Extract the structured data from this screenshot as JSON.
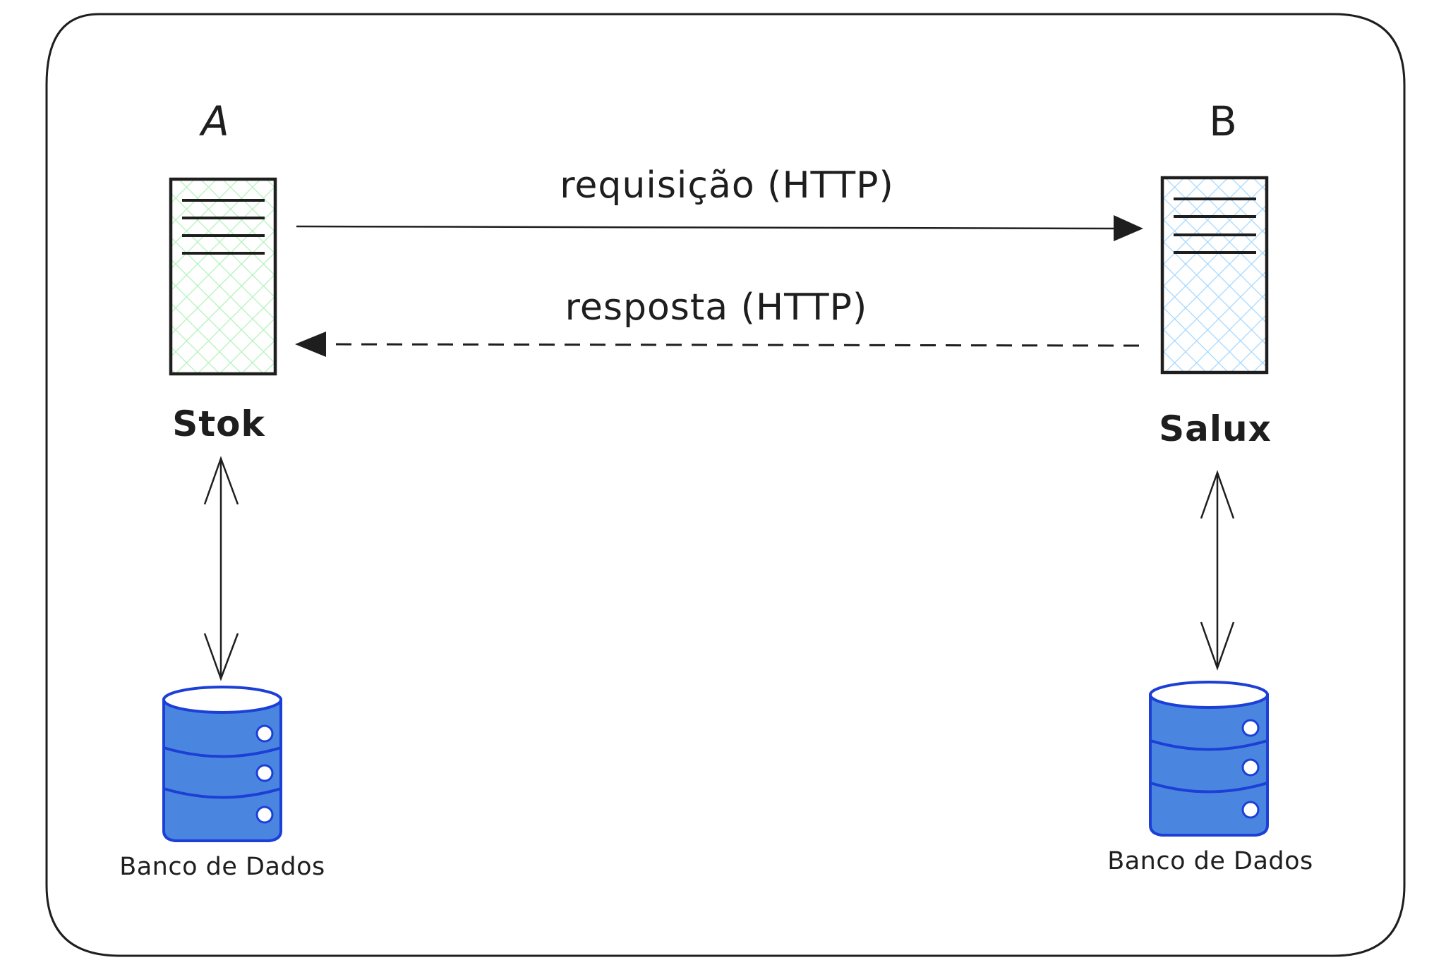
{
  "diagram": {
    "nodes": {
      "a": {
        "letter": "A",
        "name": "Stok",
        "fill_color": "#b2f2bb",
        "database_label": "Banco de Dados"
      },
      "b": {
        "letter": "B",
        "name": "Salux",
        "fill_color": "#a5d8ff",
        "database_label": "Banco de Dados"
      }
    },
    "edges": {
      "request": {
        "label": "requisição (HTTP)",
        "style": "solid",
        "direction": "A to B"
      },
      "response": {
        "label": "resposta (HTTP)",
        "style": "dashed",
        "direction": "B to A"
      }
    },
    "colors": {
      "stroke": "#1e1e1e",
      "database_fill": "#4a86e0",
      "database_stroke": "#1c3fd6"
    }
  }
}
